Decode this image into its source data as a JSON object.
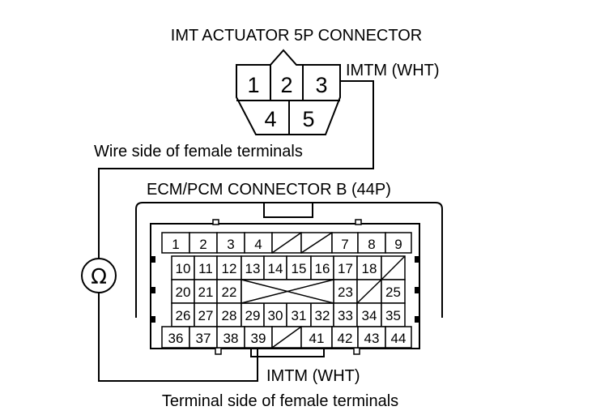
{
  "labels": {
    "imt_title": "IMT ACTUATOR 5P CONNECTOR",
    "imtm_top": "IMTM (WHT)",
    "wire_side": "Wire side of female terminals",
    "ecm_title": "ECM/PCM CONNECTOR B (44P)",
    "imtm_bottom": "IMTM (WHT)",
    "terminal_side": "Terminal side of female terminals",
    "ohm_symbol": "Ω"
  },
  "imt_pins": {
    "p1": "1",
    "p2": "2",
    "p3": "3",
    "p4": "4",
    "p5": "5"
  },
  "ecm_pins": {
    "r1": {
      "c1": "1",
      "c2": "2",
      "c3": "3",
      "c4": "4",
      "c7": "7",
      "c8": "8",
      "c9": "9"
    },
    "r2": {
      "c1": "10",
      "c2": "11",
      "c3": "12",
      "c4": "13",
      "c5": "14",
      "c6": "15",
      "c7": "16",
      "c8": "17",
      "c9": "18"
    },
    "r3": {
      "c1": "20",
      "c2": "21",
      "c3": "22",
      "c8": "23",
      "c10": "25"
    },
    "r4": {
      "c1": "26",
      "c2": "27",
      "c3": "28",
      "c4": "29",
      "c5": "30",
      "c6": "31",
      "c7": "32",
      "c8": "33",
      "c9": "34",
      "c10": "35"
    },
    "r5": {
      "c1": "36",
      "c2": "37",
      "c3": "38",
      "c4": "39",
      "c6": "41",
      "c7": "42",
      "c8": "43",
      "c9": "44"
    }
  }
}
